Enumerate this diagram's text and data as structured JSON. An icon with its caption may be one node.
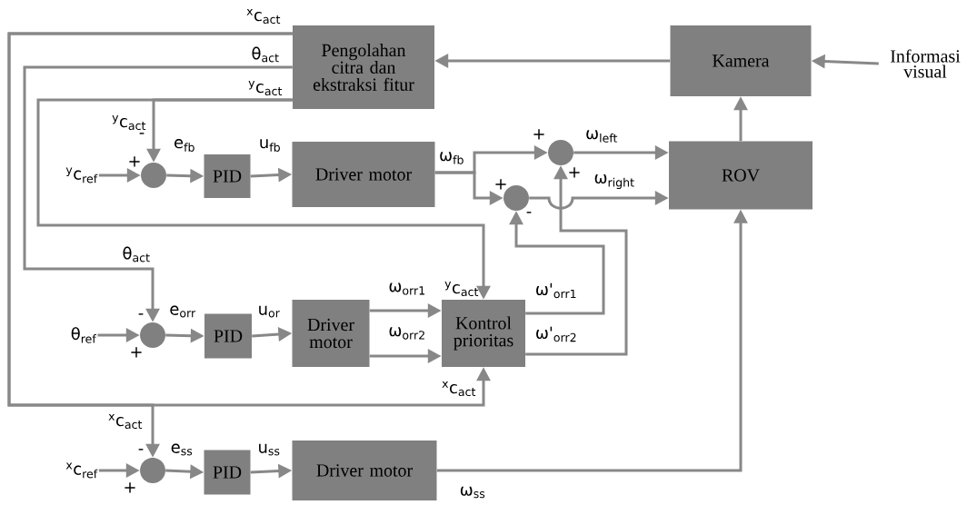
{
  "diagram": {
    "nodes": [
      {
        "text": [
          "Pengolahan citra dan ekstraksi fitur"
        ]
      },
      {
        "text": [
          "Kamera"
        ]
      },
      {
        "text": [
          "Informasi visual"
        ]
      },
      {
        "text": [
          "ROV"
        ]
      },
      {
        "text": [],
        "shape": "circle"
      },
      {
        "text": [
          "PID"
        ]
      },
      {
        "text": [
          "Driver motor"
        ]
      },
      {
        "text": [],
        "shape": "circle"
      },
      {
        "text": [],
        "shape": "circle"
      },
      {
        "text": [],
        "shape": "circle"
      },
      {
        "text": [
          "PID"
        ]
      },
      {
        "text": [
          "Driver motor"
        ]
      },
      {
        "text": [
          "Kontrol prioritas"
        ]
      },
      {
        "text": [],
        "shape": "circle"
      },
      {
        "text": [
          "PID"
        ]
      },
      {
        "text": [
          "Driver motor"
        ]
      },
      {
        "text": [
          "$^{y}$c$_{ref}$"
        ]
      },
      {
        "text": [
          "θ$_{ref}$"
        ]
      },
      {
        "text": [
          "$^{x}$c$_{ref}$"
        ]
      }
    ],
    "edges": [
      {
        "from": 0,
        "to": 12,
        "arrow": "to",
        "label": "$^{x}$c$_{act}$"
      },
      {
        "from": 0,
        "to": 13,
        "arrow": "to",
        "label": "$^{x}$c$_{act}$"
      },
      {
        "from": 0,
        "to": 9,
        "arrow": "to",
        "label": "θ$_{act}$"
      },
      {
        "from": 0,
        "to": 4,
        "arrow": "to",
        "label": "$^{y}$c$_{act}$"
      },
      {
        "from": 0,
        "to": 12,
        "arrow": "to",
        "label": "$^{y}$c$_{act}$"
      },
      {
        "from": 16,
        "to": 4,
        "arrow": "to"
      },
      {
        "from": 4,
        "to": 5,
        "arrow": "to",
        "label": "e$_{fb}$"
      },
      {
        "from": 5,
        "to": 6,
        "arrow": "to",
        "label": "u$_{fb}$"
      },
      {
        "from": 6,
        "to": 7,
        "arrow": "to",
        "label": "ω$_{fb}$"
      },
      {
        "from": 6,
        "to": 8,
        "arrow": "to"
      },
      {
        "from": 7,
        "to": 3,
        "arrow": "to",
        "label": "ω$_{left}$"
      },
      {
        "from": 8,
        "to": 3,
        "arrow": "to",
        "label": "ω$_{right}$"
      },
      {
        "from": 12,
        "to": 8,
        "arrow": "to",
        "label": "ω'$_{orr1}$"
      },
      {
        "from": 12,
        "to": 7,
        "arrow": "to",
        "label": "ω'$_{orr2}$"
      },
      {
        "from": 17,
        "to": 9,
        "arrow": "to"
      },
      {
        "from": 9,
        "to": 10,
        "arrow": "to",
        "label": "e$_{orr}$"
      },
      {
        "from": 10,
        "to": 11,
        "arrow": "to",
        "label": "u$_{or}$"
      },
      {
        "from": 11,
        "to": 12,
        "arrow": "to",
        "label": "ω$_{orr1}$"
      },
      {
        "from": 11,
        "to": 12,
        "arrow": "to",
        "label": "ω$_{orr2}$"
      },
      {
        "from": 18,
        "to": 13,
        "arrow": "to"
      },
      {
        "from": 13,
        "to": 14,
        "arrow": "to",
        "label": "e$_{ss}$"
      },
      {
        "from": 14,
        "to": 15,
        "arrow": "to",
        "label": "u$_{ss}$"
      },
      {
        "from": 15,
        "to": 3,
        "arrow": "to",
        "label": "ω$_{ss}$"
      },
      {
        "from": 3,
        "to": 1,
        "arrow": "to"
      },
      {
        "from": 1,
        "to": 0,
        "arrow": "to"
      },
      {
        "from": 2,
        "to": 1,
        "arrow": "to"
      }
    ],
    "labels": [
      "$^{x}$c$_{act}$",
      "θ$_{act}$",
      "$^{y}$c$_{act}$",
      "-",
      "+",
      "+",
      "+",
      "+",
      "-",
      "-",
      "+",
      "-",
      "+"
    ]
  }
}
